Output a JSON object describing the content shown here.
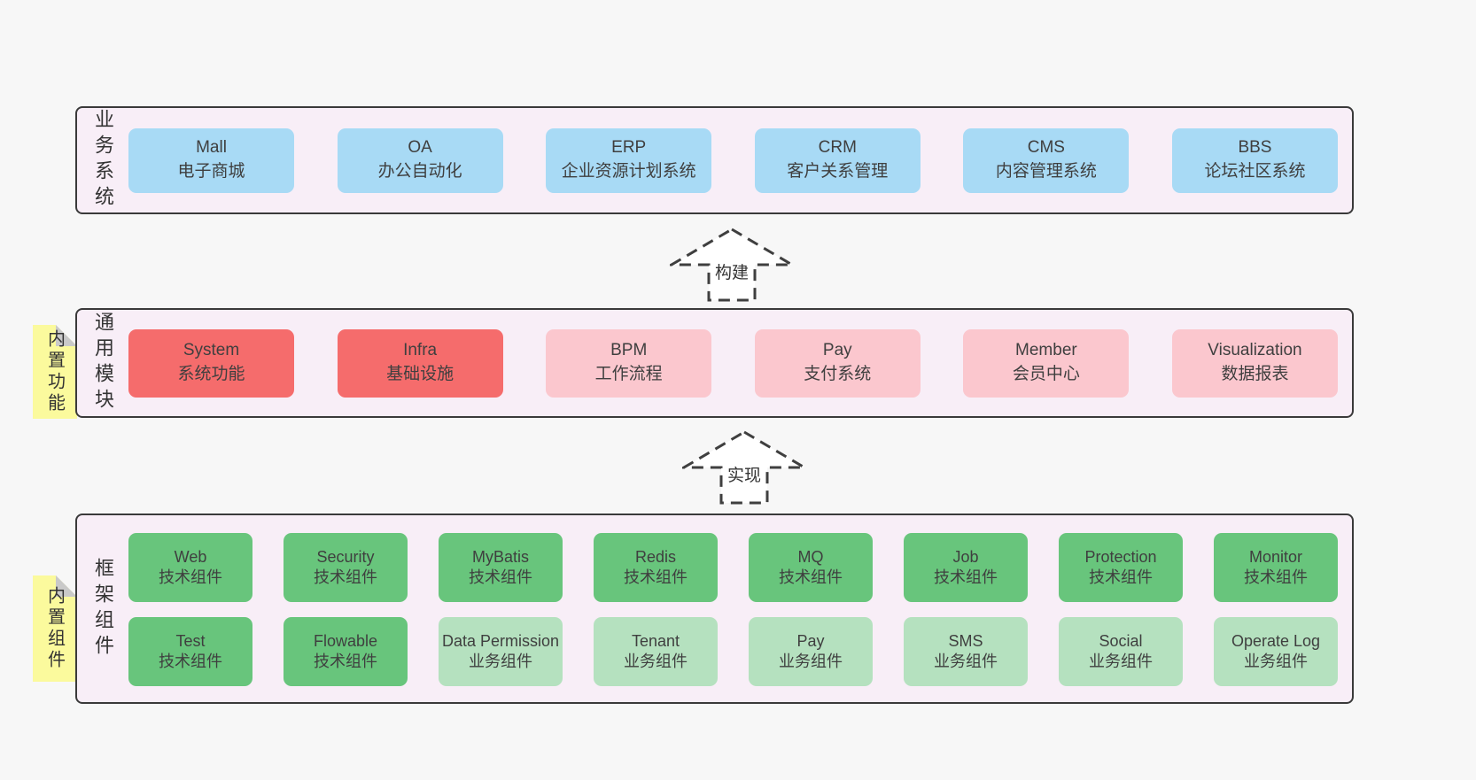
{
  "colors": {
    "page_bg": "#f7f7f7",
    "layer_bg": "#f8eef7",
    "layer_border": "#3a3a3a",
    "blue_box": "#a8daf5",
    "red_box": "#f56c6c",
    "pink_box": "#fbc7ce",
    "green_box": "#68c57c",
    "light_green_box": "#b5e1bf",
    "sticky_yellow": "#fbfa9d",
    "sticky_fold_gray": "#c9c9c9",
    "text": "#3f3f3f"
  },
  "arrows": [
    {
      "label": "构建"
    },
    {
      "label": "实现"
    }
  ],
  "layers": [
    {
      "vlabel": "业务系统",
      "boxes": [
        {
          "title": "Mall",
          "subtitle": "电子商城",
          "variant": "blue"
        },
        {
          "title": "OA",
          "subtitle": "办公自动化",
          "variant": "blue"
        },
        {
          "title": "ERP",
          "subtitle": "企业资源计划系统",
          "variant": "blue"
        },
        {
          "title": "CRM",
          "subtitle": "客户关系管理",
          "variant": "blue"
        },
        {
          "title": "CMS",
          "subtitle": "内容管理系统",
          "variant": "blue"
        },
        {
          "title": "BBS",
          "subtitle": "论坛社区系统",
          "variant": "blue"
        }
      ]
    },
    {
      "vlabel": "通用模块",
      "sticky": "内置功能",
      "boxes": [
        {
          "title": "System",
          "subtitle": "系统功能",
          "variant": "red"
        },
        {
          "title": "Infra",
          "subtitle": "基础设施",
          "variant": "red"
        },
        {
          "title": "BPM",
          "subtitle": "工作流程",
          "variant": "pink"
        },
        {
          "title": "Pay",
          "subtitle": "支付系统",
          "variant": "pink"
        },
        {
          "title": "Member",
          "subtitle": "会员中心",
          "variant": "pink"
        },
        {
          "title": "Visualization",
          "subtitle": "数据报表",
          "variant": "pink"
        }
      ]
    },
    {
      "vlabel": "框架组件",
      "sticky": "内置组件",
      "boxes": [
        {
          "title": "Web",
          "subtitle": "技术组件",
          "variant": "green"
        },
        {
          "title": "Security",
          "subtitle": "技术组件",
          "variant": "green"
        },
        {
          "title": "MyBatis",
          "subtitle": "技术组件",
          "variant": "green"
        },
        {
          "title": "Redis",
          "subtitle": "技术组件",
          "variant": "green"
        },
        {
          "title": "MQ",
          "subtitle": "技术组件",
          "variant": "green"
        },
        {
          "title": "Job",
          "subtitle": "技术组件",
          "variant": "green"
        },
        {
          "title": "Protection",
          "subtitle": "技术组件",
          "variant": "green"
        },
        {
          "title": "Monitor",
          "subtitle": "技术组件",
          "variant": "green"
        },
        {
          "title": "Test",
          "subtitle": "技术组件",
          "variant": "green"
        },
        {
          "title": "Flowable",
          "subtitle": "技术组件",
          "variant": "green"
        },
        {
          "title": "Data Permission",
          "subtitle": "业务组件",
          "variant": "lightgreen"
        },
        {
          "title": "Tenant",
          "subtitle": "业务组件",
          "variant": "lightgreen"
        },
        {
          "title": "Pay",
          "subtitle": "业务组件",
          "variant": "lightgreen"
        },
        {
          "title": "SMS",
          "subtitle": "业务组件",
          "variant": "lightgreen"
        },
        {
          "title": "Social",
          "subtitle": "业务组件",
          "variant": "lightgreen"
        },
        {
          "title": "Operate Log",
          "subtitle": "业务组件",
          "variant": "lightgreen"
        }
      ]
    }
  ]
}
